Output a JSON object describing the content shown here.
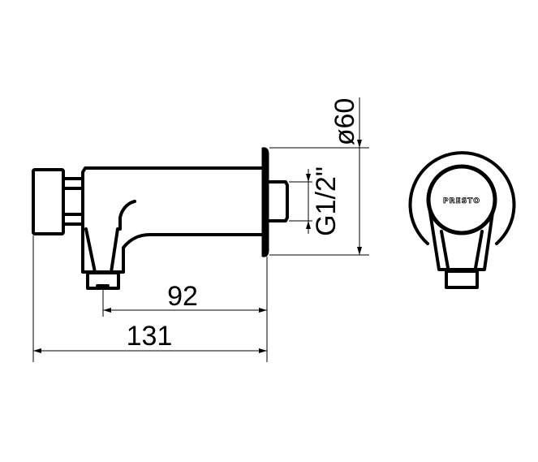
{
  "dimensions": {
    "projection_length": "92",
    "overall_length": "131",
    "flange_diameter": "ø60",
    "thread": "G1/2\""
  },
  "brand_logo": "PRESTO",
  "colors": {
    "line": "#000000",
    "background": "#ffffff"
  }
}
